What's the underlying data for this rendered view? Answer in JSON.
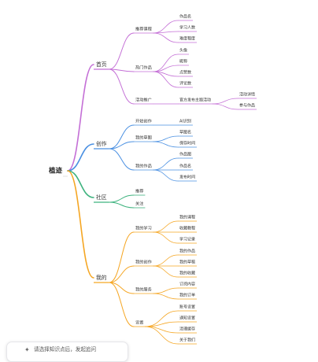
{
  "mindmap": {
    "root": "植迹",
    "branches": [
      {
        "label": "首页",
        "color": "#c46fd6",
        "children": [
          {
            "label": "推荐课程",
            "children": [
              {
                "label": "作品名"
              },
              {
                "label": "学习人数"
              },
              {
                "label": "难度程度"
              }
            ]
          },
          {
            "label": "热门作品",
            "children": [
              {
                "label": "头像"
              },
              {
                "label": "昵称"
              },
              {
                "label": "点赞数"
              },
              {
                "label": "评论数"
              }
            ]
          },
          {
            "label": "活动推广",
            "children": [
              {
                "label": "官方发布主题活动",
                "children": [
                  {
                    "label": "活动详情"
                  },
                  {
                    "label": "参与作品"
                  }
                ]
              }
            ]
          }
        ]
      },
      {
        "label": "创作",
        "color": "#4a90e2",
        "children": [
          {
            "label": "开始创作",
            "children": [
              {
                "label": "AI识别"
              }
            ]
          },
          {
            "label": "我的草图",
            "children": [
              {
                "label": "草图名"
              },
              {
                "label": "保存时间"
              }
            ]
          },
          {
            "label": "我的作品",
            "children": [
              {
                "label": "作品图"
              },
              {
                "label": "作品名"
              },
              {
                "label": "发布时间"
              }
            ]
          }
        ]
      },
      {
        "label": "社区",
        "color": "#3fb37f",
        "children": [
          {
            "label": "推荐"
          },
          {
            "label": "关注"
          }
        ]
      },
      {
        "label": "我的",
        "color": "#f5a623",
        "children": [
          {
            "label": "我的学习",
            "children": [
              {
                "label": "我的课程"
              },
              {
                "label": "收藏教程"
              },
              {
                "label": "学习记录"
              }
            ]
          },
          {
            "label": "我的创作",
            "children": [
              {
                "label": "我的作品"
              },
              {
                "label": "我的草稿"
              },
              {
                "label": "我的收藏"
              }
            ]
          },
          {
            "label": "我的服务",
            "children": [
              {
                "label": "订阅内容"
              },
              {
                "label": "我的订单"
              }
            ]
          },
          {
            "label": "设置",
            "children": [
              {
                "label": "账号设置"
              },
              {
                "label": "通知设置"
              },
              {
                "label": "清理缓存"
              },
              {
                "label": "关于我们"
              }
            ]
          }
        ]
      }
    ]
  },
  "ask_bar": {
    "icon": "sparkle-icon",
    "placeholder": "请选择知识点后，发起追问"
  }
}
